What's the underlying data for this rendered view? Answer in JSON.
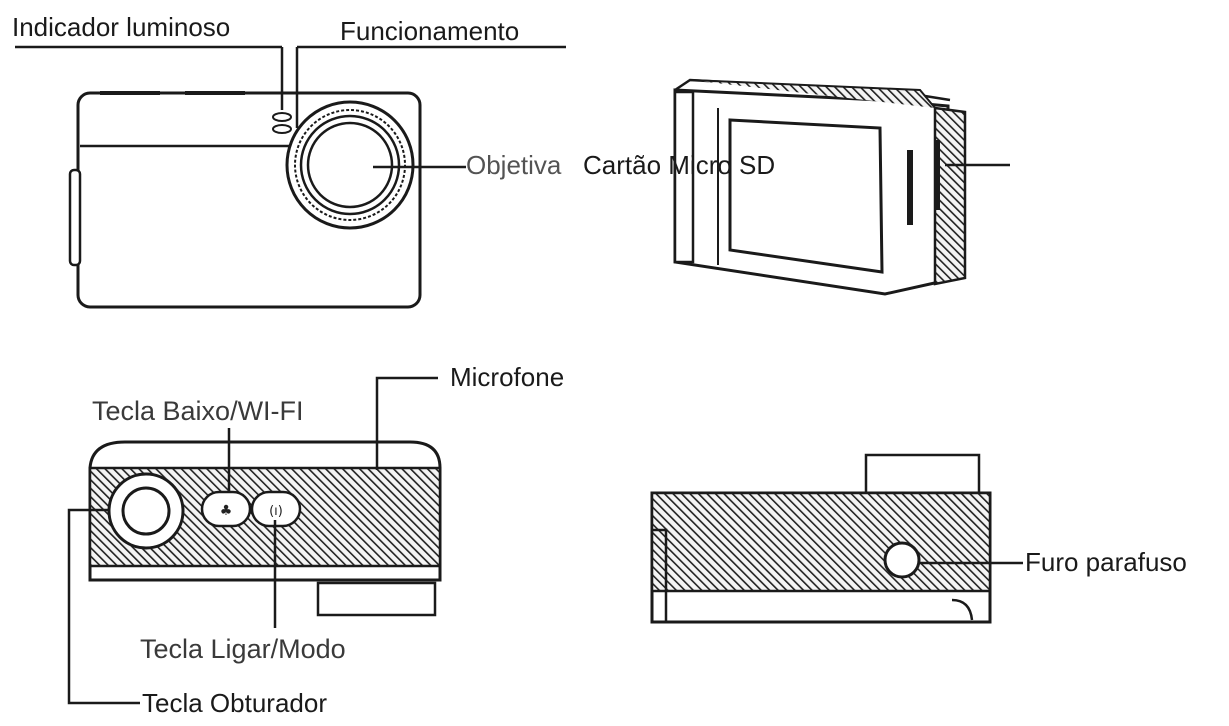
{
  "labels": {
    "indicator": "Indicador luminoso",
    "function": "Funcionamento",
    "lens": "Objetiva",
    "microsd": "Cartão Micro SD",
    "microphone": "Microfone",
    "down_wifi": "Tecla Baixo/WI-FI",
    "power_mode": "Tecla Ligar/Modo",
    "shutter": "Tecla Obturador",
    "screw_hole": "Furo parafuso"
  },
  "colors": {
    "line": "#1a1a1a",
    "hatch": "#222222",
    "background": "#ffffff"
  }
}
